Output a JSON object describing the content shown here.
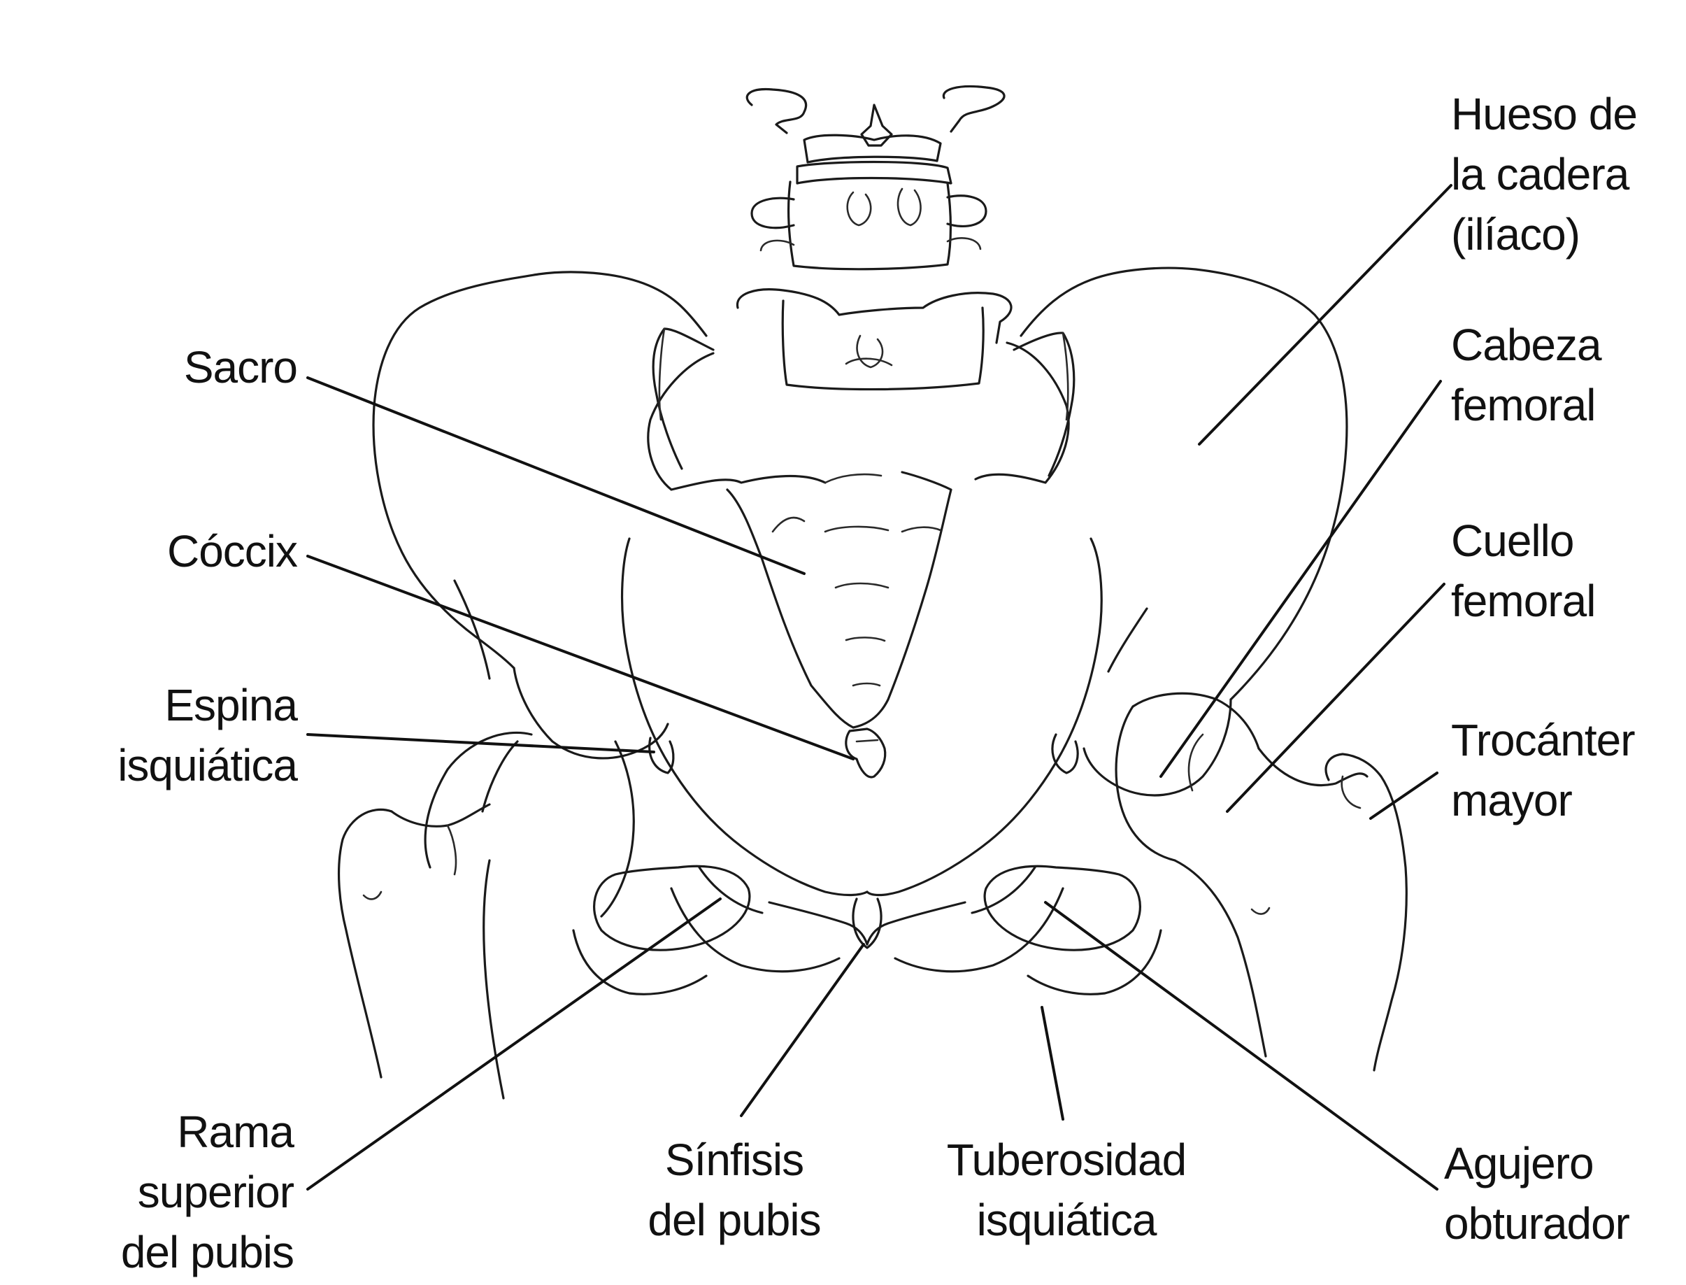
{
  "labels": {
    "hueso_cadera": [
      "Hueso de",
      "la cadera",
      "(ilíaco)"
    ],
    "cabeza_femoral": [
      "Cabeza",
      "femoral"
    ],
    "cuello_femoral": [
      "Cuello",
      "femoral"
    ],
    "trocanter_mayor": [
      "Trocánter",
      "mayor"
    ],
    "agujero_obturador": [
      "Agujero",
      "obturador"
    ],
    "tuberosidad_isquiatica": [
      "Tuberosidad",
      "isquiática"
    ],
    "sinfisis_pubis": [
      "Sínfisis",
      "del pubis"
    ],
    "rama_superior_pubis": [
      "Rama",
      "superior",
      "del pubis"
    ],
    "espina_isquiatica": [
      "Espina",
      "isquiática"
    ],
    "coccix": [
      "Cóccix"
    ],
    "sacro": [
      "Sacro"
    ]
  },
  "colors": {
    "line": "#1a1a1a",
    "background": "#ffffff"
  }
}
